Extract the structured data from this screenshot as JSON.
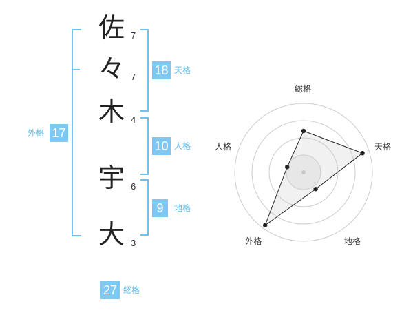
{
  "name_chars": [
    {
      "char": "佐",
      "strokes": "7"
    },
    {
      "char": "々",
      "strokes": "7"
    },
    {
      "char": "木",
      "strokes": "4"
    },
    {
      "char": "宇",
      "strokes": "6"
    },
    {
      "char": "大",
      "strokes": "3"
    }
  ],
  "kakusu": {
    "tenkaku": {
      "value": "18",
      "label": "天格"
    },
    "jinkaku": {
      "value": "10",
      "label": "人格"
    },
    "chikaku": {
      "value": "9",
      "label": "地格"
    },
    "gaikaku": {
      "value": "17",
      "label": "外格"
    },
    "soukaku": {
      "value": "27",
      "label": "総格"
    }
  },
  "colors": {
    "accent": "#7ec9f4",
    "bracket": "#6cc3f0",
    "label": "#5cb8ea"
  },
  "chart_data": {
    "type": "radar",
    "axes": [
      "総格",
      "天格",
      "地格",
      "外格",
      "人格"
    ],
    "values": [
      0.6,
      0.9,
      0.3,
      0.95,
      0.25
    ],
    "max": 1,
    "rings": 4,
    "grid": true
  }
}
